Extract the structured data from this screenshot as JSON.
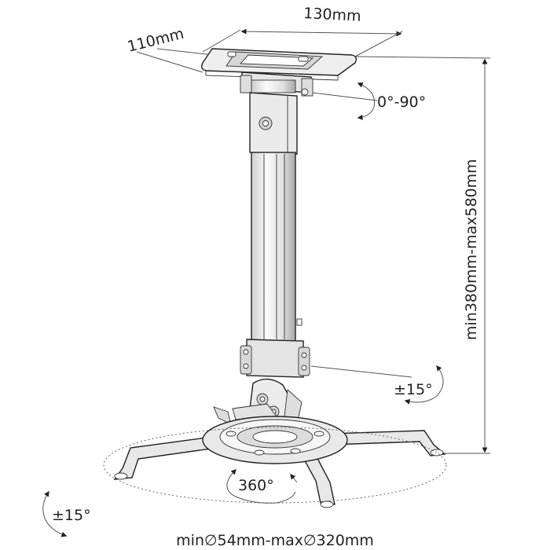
{
  "labels": {
    "width": "130mm",
    "depth": "110mm",
    "tilt_top": "0°-90°",
    "height_range": "min380mm-max580mm",
    "tilt_mid": "±15°",
    "rotation": "360°",
    "tilt_bottom": "±15°",
    "diameter_range": "min∅54mm-max∅320mm"
  },
  "colors": {
    "ink": "#222222",
    "metal_light": "#f2f2f2",
    "metal_mid": "#d9d9d9",
    "metal_dark": "#9a9a9a"
  }
}
